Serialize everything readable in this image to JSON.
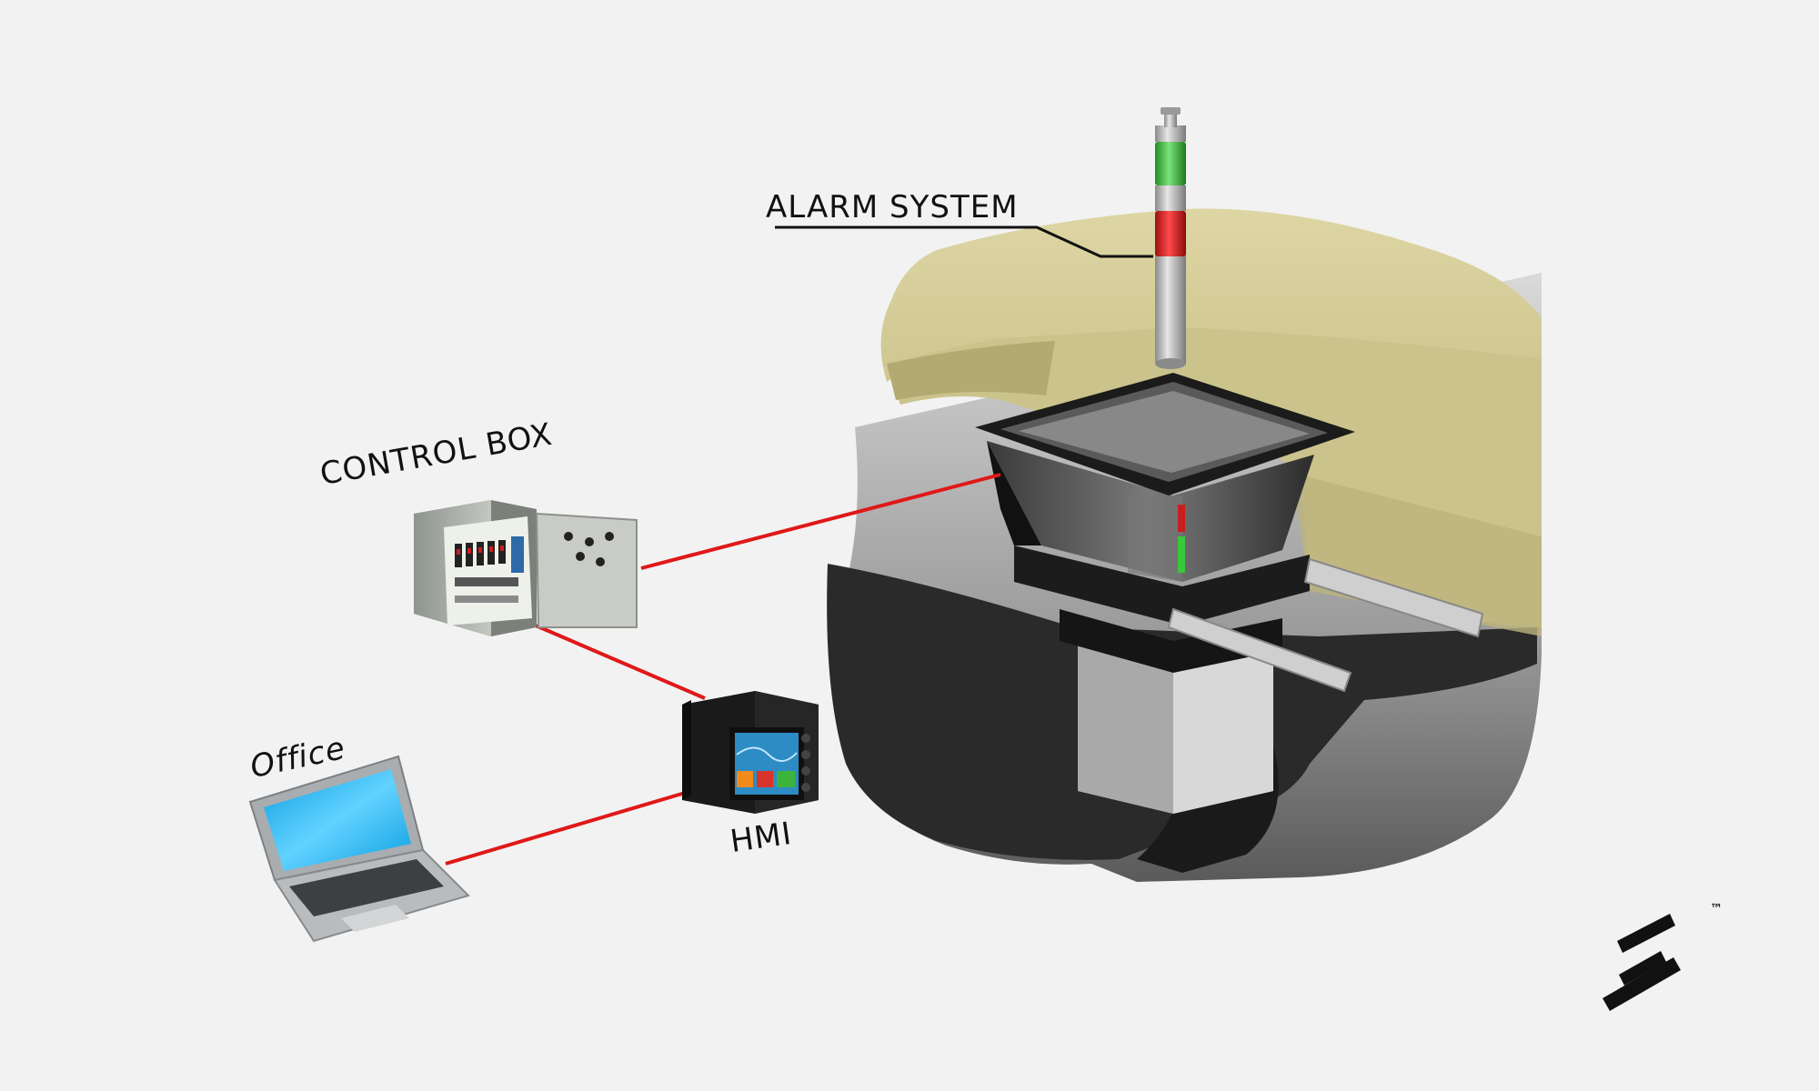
{
  "labels": {
    "alarm_system": "ALARM SYSTEM",
    "control_box": "CONTROL BOX",
    "hmi": "HMI",
    "office": "Office",
    "trademark": "™"
  },
  "colors": {
    "connection_line": "#e01818",
    "ground": "#d7cf9a",
    "alarm_green": "#3ec83e",
    "alarm_red": "#e02020",
    "laptop_screen": "#12b6f0"
  },
  "components": [
    "alarm-tower",
    "hopper-chute",
    "control-box",
    "hmi-panel",
    "office-laptop",
    "brand-logo"
  ],
  "connections": [
    {
      "from": "control-box",
      "to": "hopper-chute"
    },
    {
      "from": "control-box",
      "to": "hmi-panel"
    },
    {
      "from": "hmi-panel",
      "to": "office-laptop"
    }
  ]
}
